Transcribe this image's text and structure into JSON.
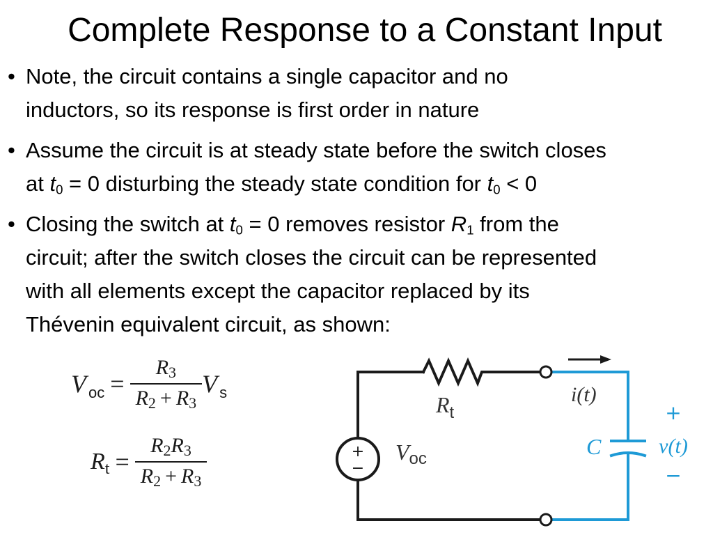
{
  "slide": {
    "title": "Complete Response to a Constant Input"
  },
  "bullets": {
    "b1": {
      "line1": "Note, the circuit contains a single capacitor and no",
      "line2": "inductors, so its response is first order in nature"
    },
    "b2": {
      "line1": "Assume the circuit is at steady state before the switch closes",
      "l2_a": "at ",
      "l2_t": "t",
      "l2_sub": "0",
      "l2_b": " = 0 disturbing the steady state condition for ",
      "l2_t2": "t",
      "l2_sub2": "0",
      "l2_c": " < 0"
    },
    "b3": {
      "l1_a": "Closing the switch at ",
      "l1_t": "t",
      "l1_sub": "0",
      "l1_b": " = 0 removes resistor ",
      "l1_r": "R",
      "l1_rsub": "1",
      "l1_c": " from the",
      "line2": "circuit; after the switch closes the circuit can be represented",
      "line3": "with all elements except the capacitor replaced by its",
      "line4": "Thévenin equivalent circuit, as shown:"
    }
  },
  "equations": {
    "voc": {
      "lhs": "V",
      "lhs_sub": "oc",
      "equals": "=",
      "num_r": "R",
      "num_sub": "3",
      "den_r1": "R",
      "den_sub1": "2",
      "den_plus": "+",
      "den_r2": "R",
      "den_sub2": "3",
      "rhs": "V",
      "rhs_sub": "s"
    },
    "rt": {
      "lhs": "R",
      "lhs_sub": "t",
      "equals": "=",
      "num_r1": "R",
      "num_sub1": "2",
      "num_r2": "R",
      "num_sub2": "3",
      "den_r1": "R",
      "den_sub1": "2",
      "den_plus": "+",
      "den_r2": "R",
      "den_sub2": "3"
    }
  },
  "circuit": {
    "source_plus": "+",
    "source_minus": "−",
    "source_label": "V",
    "source_label_sub": "oc",
    "resistor_label": "R",
    "resistor_label_sub": "t",
    "current_label": "i(t)",
    "capacitor_label": "C",
    "voltage_plus": "+",
    "voltage_label": "v(t)",
    "voltage_minus": "−",
    "colors": {
      "wire": "#1a1a1a",
      "highlight": "#1e9ad6"
    }
  }
}
